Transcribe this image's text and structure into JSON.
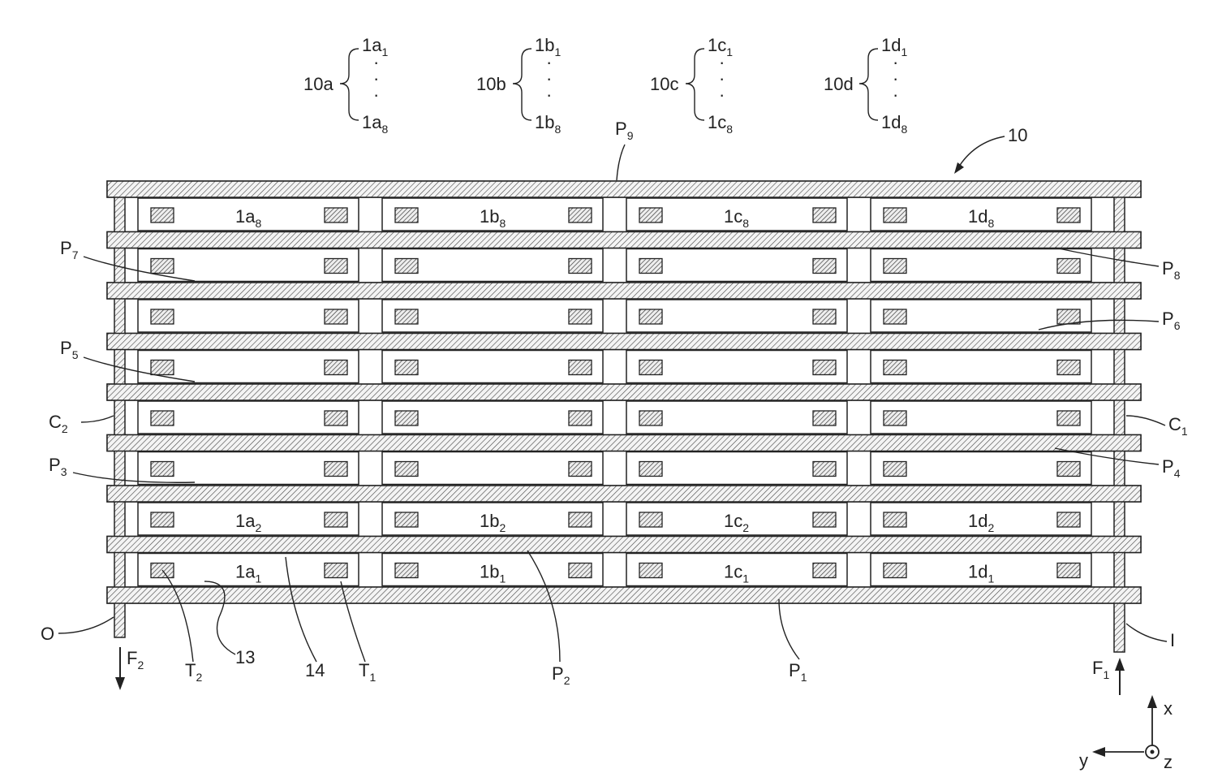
{
  "figure": {
    "assembly_label": "10",
    "groups": [
      {
        "name": "10a",
        "top": {
          "base": "1a",
          "sub": "1"
        },
        "bottom": {
          "base": "1a",
          "sub": "8"
        }
      },
      {
        "name": "10b",
        "top": {
          "base": "1b",
          "sub": "1"
        },
        "bottom": {
          "base": "1b",
          "sub": "8"
        }
      },
      {
        "name": "10c",
        "top": {
          "base": "1c",
          "sub": "1"
        },
        "bottom": {
          "base": "1c",
          "sub": "8"
        }
      },
      {
        "name": "10d",
        "top": {
          "base": "1d",
          "sub": "1"
        },
        "bottom": {
          "base": "1d",
          "sub": "8"
        }
      }
    ],
    "cell_labels": {
      "row8": [
        {
          "base": "1a",
          "sub": "8"
        },
        {
          "base": "1b",
          "sub": "8"
        },
        {
          "base": "1c",
          "sub": "8"
        },
        {
          "base": "1d",
          "sub": "8"
        }
      ],
      "row2": [
        {
          "base": "1a",
          "sub": "2"
        },
        {
          "base": "1b",
          "sub": "2"
        },
        {
          "base": "1c",
          "sub": "2"
        },
        {
          "base": "1d",
          "sub": "2"
        }
      ],
      "row1": [
        {
          "base": "1a",
          "sub": "1"
        },
        {
          "base": "1b",
          "sub": "1"
        },
        {
          "base": "1c",
          "sub": "1"
        },
        {
          "base": "1d",
          "sub": "1"
        }
      ]
    },
    "plates": {
      "P9": {
        "base": "P",
        "sub": "9"
      },
      "P8": {
        "base": "P",
        "sub": "8"
      },
      "P7": {
        "base": "P",
        "sub": "7"
      },
      "P6": {
        "base": "P",
        "sub": "6"
      },
      "P5": {
        "base": "P",
        "sub": "5"
      },
      "P4": {
        "base": "P",
        "sub": "4"
      },
      "P3": {
        "base": "P",
        "sub": "3"
      },
      "P2": {
        "base": "P",
        "sub": "2"
      },
      "P1": {
        "base": "P",
        "sub": "1"
      }
    },
    "collectors": {
      "C1": {
        "base": "C",
        "sub": "1"
      },
      "C2": {
        "base": "C",
        "sub": "2"
      }
    },
    "outlet": "O",
    "inlet": "I",
    "flows": {
      "F1": {
        "base": "F",
        "sub": "1"
      },
      "F2": {
        "base": "F",
        "sub": "2"
      }
    },
    "terminals": {
      "T1": {
        "base": "T",
        "sub": "1"
      },
      "T2": {
        "base": "T",
        "sub": "2"
      }
    },
    "refs": {
      "r13": "13",
      "r14": "14"
    },
    "axes": {
      "x": "x",
      "y": "y",
      "z": "z"
    },
    "dots": "·"
  }
}
